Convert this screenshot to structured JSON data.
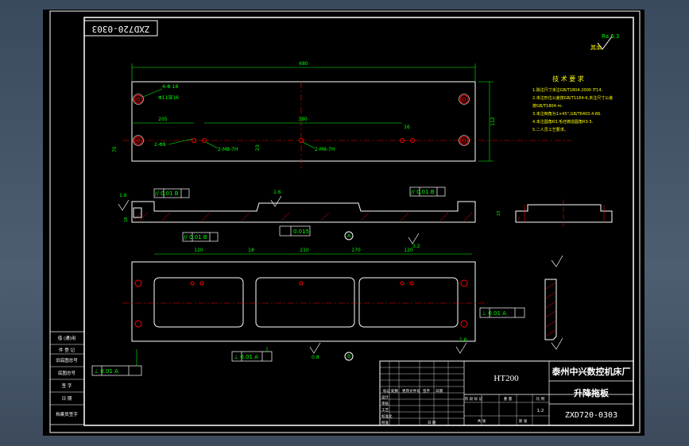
{
  "drawing": {
    "stamp_rotated": "ZXD720-0303",
    "roughness_other": "Ra 6.3",
    "roughness_other_label": "其余",
    "tech_title": "技 术 要 求",
    "tech_notes": [
      "1.除注尺寸未注GB/T1804-2000 IT14.",
      "2.未注形位公差按GB/T1184-K,未注尺寸公差",
      "  按GB/T1804-m.",
      "3.未注倒角为1×45°,GB/T6403.4-86.",
      "4.未注圆角R3,毛坯铸造圆角R3-5.",
      "5.二人员工艺要求。"
    ],
    "main_dimensions": {
      "overall_length": "680",
      "height": "112",
      "hole_span_a": "205",
      "hole_span_b": "380",
      "hole_pitch": "16",
      "side_offset": "70",
      "thickness": "23",
      "slot_a": "120",
      "slot_b": "210",
      "slot_c": "170",
      "slot_d": "120",
      "depth": "18"
    },
    "hole_callouts": [
      "4-Φ 18",
      "Φ11深16",
      "2-Φ8",
      "2-M8-7H",
      "2-M6-7H"
    ],
    "gdt": {
      "parallel_left": "// 0.01 B",
      "parallel_right": "// 0.01 B",
      "flatness": "0.015",
      "parallel_plan": "// 0.01 B",
      "perp_right": "⊥ 0.01 A",
      "perp_bottom": "⊥ 0.01 A",
      "perp_left": "⊥ 0.01 A",
      "datum_a": "A",
      "datum_b": "B"
    },
    "section_labels": [
      "A",
      "B"
    ],
    "roughness_values": [
      "1.6",
      "1.6",
      "3.2",
      "0.8",
      "1.6"
    ],
    "left_columns": [
      {
        "label": "借 (通)用"
      },
      {
        "label": "件 登 记"
      },
      {
        "label": "旧底图总号"
      },
      {
        "label": "底图总号"
      },
      {
        "label": "签   字"
      },
      {
        "label": "日   期"
      },
      {
        "label": "档案员签字"
      }
    ],
    "title_block": {
      "material": "HT200",
      "company": "泰州中兴数控机床厂",
      "part_name": "升降拖板",
      "drawing_no": "ZXD720-0303",
      "scale": "1:2",
      "weight_label": "重 量",
      "scale_label": "比 例",
      "stage_label": "阶 段 标 记",
      "sheet_label": "共   张",
      "sheet_no_label": "第   张",
      "rev_cols": [
        "标记",
        "处数",
        "更改文件号",
        "签字",
        "日期"
      ],
      "roles": [
        "设计",
        "审核",
        "工艺",
        "标准化",
        "批准"
      ],
      "date_label": "日 期"
    }
  }
}
